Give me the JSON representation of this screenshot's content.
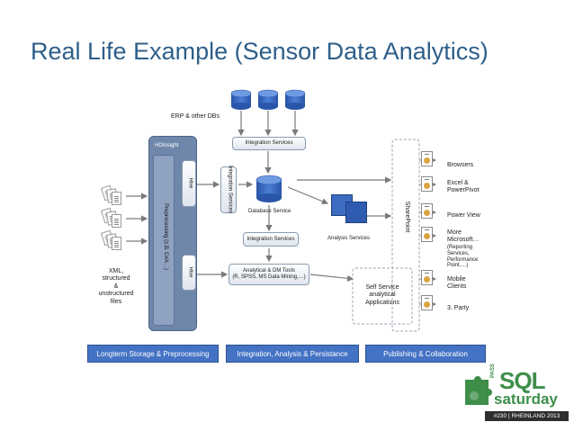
{
  "slide": {
    "title": "Real Life Example (Sensor Data Analytics)"
  },
  "erp": {
    "label": "ERP & other DBs"
  },
  "hdinsight": {
    "label": "HDInsight",
    "hive_top": "Hive",
    "hive_bottom": "Hive",
    "preprocessing": "Preprocessing (z.B. C#A…)"
  },
  "integration_services_top": "Integration Services",
  "integration_services_vertical": "Integration Services",
  "database_service": "Database Service",
  "integration_services_mid": "Integration Services",
  "analysis_services": "Analysis Services",
  "analytical_tools": {
    "line1": "Analytical & DM Tools",
    "line2": "(R, SPSS, MS Data Mining,…)"
  },
  "xml_files": {
    "line1": "XML,",
    "line2": "structured",
    "line3": "&",
    "line4": "unstructured",
    "line5": "files"
  },
  "sharepoint": "SharePoint",
  "self_service": {
    "line1": "Self Service",
    "line2": "analytical",
    "line3": "Applications"
  },
  "clients": {
    "browsers": "Browsers",
    "excel_1": "Excel &",
    "excel_2": "PowerPivot",
    "power_view": "Power View",
    "more_1": "More",
    "more_2": "Microsoft…",
    "more_3": "(Reporting",
    "more_4": "Services,",
    "more_5": "Performance",
    "more_6": "Point,…)",
    "mobile_1": "Mobile",
    "mobile_2": "Clients",
    "third_party": "3. Party"
  },
  "bands": {
    "longterm": "Longterm Storage & Preprocessing",
    "integration": "Integration, Analysis & Persistance",
    "publishing": "Publishing & Collaboration"
  },
  "logo": {
    "pass": "PASS",
    "sql": "SQL",
    "saturday": "saturday",
    "event": "#230 | RHEINLAND 2013"
  },
  "colors": {
    "title": "#2e5f8a",
    "band": "#4472c4",
    "hdinsight_fill": "#6f87aa",
    "db_cylinder": "#3d6cc0",
    "logo_green": "#3e8e4a"
  }
}
